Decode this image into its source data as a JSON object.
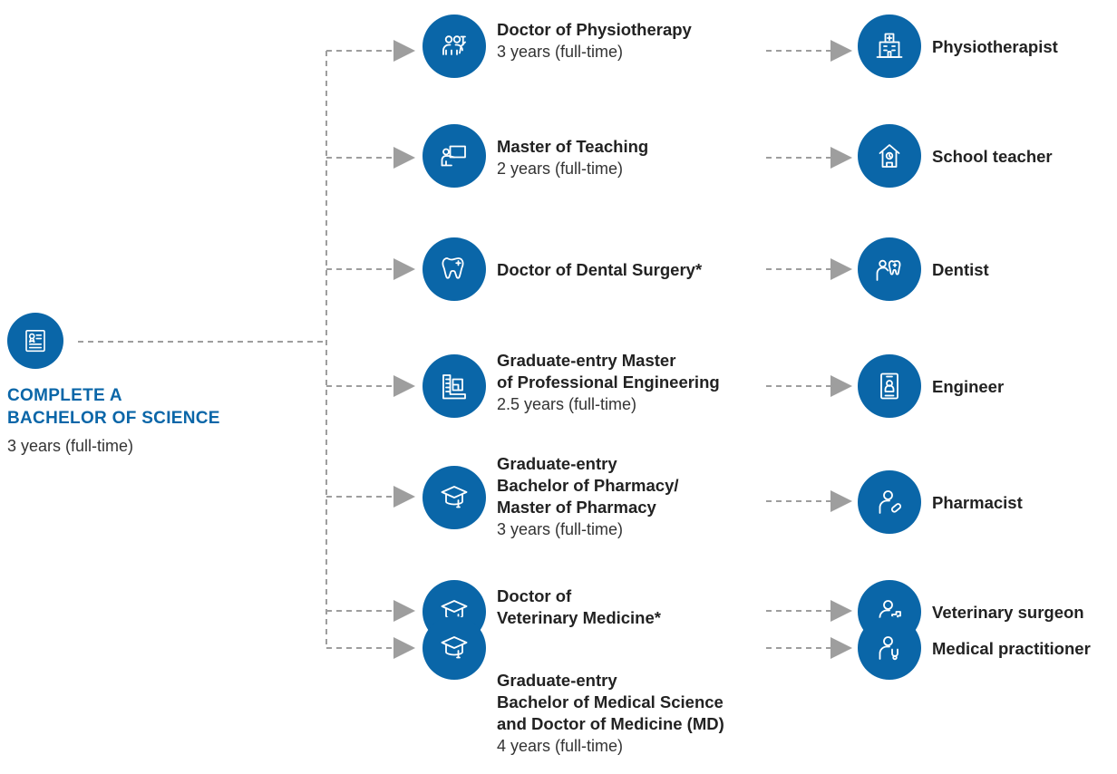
{
  "colors": {
    "accent": "#0a66a8",
    "connector": "#9e9e9e",
    "text": "#222222"
  },
  "start": {
    "icon": "certificate-icon",
    "title": "COMPLETE A\nBACHELOR OF SCIENCE",
    "duration": "3 years (full-time)"
  },
  "pathways": [
    {
      "program": {
        "icon": "physiotherapy-icon",
        "title": "Doctor of Physiotherapy",
        "duration": "3 years (full-time)"
      },
      "career": {
        "icon": "hospital-icon",
        "title": "Physiotherapist"
      }
    },
    {
      "program": {
        "icon": "teaching-icon",
        "title": "Master of Teaching",
        "duration": "2 years (full-time)"
      },
      "career": {
        "icon": "school-icon",
        "title": "School teacher"
      }
    },
    {
      "program": {
        "icon": "tooth-icon",
        "title": "Doctor of Dental Surgery*",
        "duration": ""
      },
      "career": {
        "icon": "dentist-icon",
        "title": "Dentist"
      }
    },
    {
      "program": {
        "icon": "blueprint-icon",
        "title": "Graduate-entry Master\nof Professional Engineering",
        "duration": "2.5 years (full-time)"
      },
      "career": {
        "icon": "id-badge-icon",
        "title": "Engineer"
      }
    },
    {
      "program": {
        "icon": "graduation-cap-icon",
        "title": "Graduate-entry\nBachelor of Pharmacy/\nMaster of Pharmacy",
        "duration": "3 years (full-time)"
      },
      "career": {
        "icon": "pharmacist-icon",
        "title": "Pharmacist"
      }
    },
    {
      "program": {
        "icon": "graduation-cap-icon",
        "title": "Doctor of\nVeterinary Medicine*",
        "duration": ""
      },
      "career": {
        "icon": "veterinarian-icon",
        "title": "Veterinary surgeon"
      }
    },
    {
      "program": {
        "icon": "graduation-cap-icon",
        "title": "Graduate-entry\nBachelor of Medical Science\nand Doctor of Medicine (MD)",
        "duration": "4 years (full-time)"
      },
      "career": {
        "icon": "doctor-icon",
        "title": "Medical practitioner"
      }
    }
  ]
}
